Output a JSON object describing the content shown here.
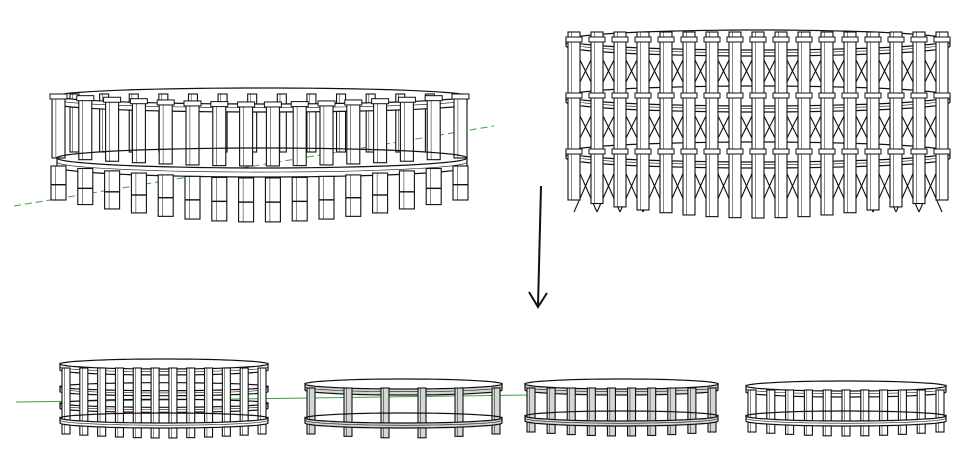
{
  "figure": {
    "panels": [
      {
        "id": "single-tier-frame",
        "tiers": 1,
        "columns_visible": 16
      },
      {
        "id": "multi-tier-braced-frame",
        "tiers": 3,
        "columns_visible": 17,
        "bracing": "cross"
      },
      {
        "id": "simplified-variant-1",
        "tiers": 2,
        "columns_visible": 12
      },
      {
        "id": "simplified-variant-2",
        "tiers": 1,
        "columns_visible": 6
      },
      {
        "id": "simplified-variant-3",
        "tiers": 1,
        "columns_visible": 10
      },
      {
        "id": "simplified-variant-4",
        "tiers": 1,
        "columns_visible": 11
      }
    ],
    "colors": {
      "line": "#111111",
      "fill": "#ffffff",
      "shade": "#d6d6d6",
      "ground_axis": "#3aa43a"
    },
    "arrow_direction": "down"
  }
}
